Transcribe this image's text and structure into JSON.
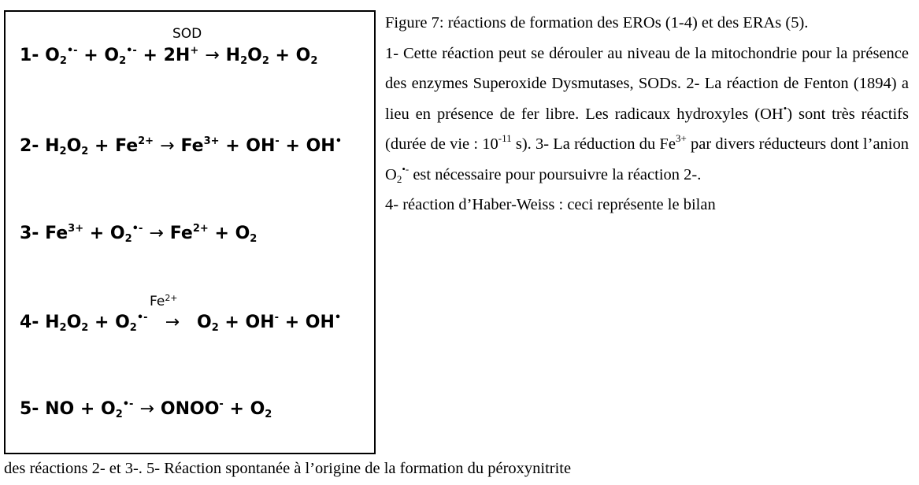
{
  "reactions": [
    {
      "label": "1-",
      "catalyst": "SOD"
    },
    {
      "label": "2-"
    },
    {
      "label": "3-"
    },
    {
      "label": "4-",
      "catalyst": "Fe2+"
    },
    {
      "label": "5-"
    }
  ],
  "caption": {
    "title": "Figure 7: réactions de formation des EROs (1-4) et des ERAs (5).",
    "p1_a": "1- Cette réaction  peut se dérouler au niveau de la mitochondrie pour la présence des enzymes Superoxide Dysmutases, SODs.  2- La réaction de Fenton (1894) a lieu en présence de fer libre. Les radicaux hydroxyles (OH",
    "p1_b": ") sont très réactifs (durée de vie : 10",
    "p1_c": " s). 3- La réduction du Fe",
    "p1_d": " par divers réducteurs dont l’anion O",
    "p1_e": " est nécessaire pour poursuivre la réaction 2-.",
    "p2": "4- réaction d’Haber-Weiss : ceci représente le bilan",
    "tail": "des réactions 2- et 3-. 5- Réaction spontanée à l’origine de la formation du péroxynitrite"
  }
}
